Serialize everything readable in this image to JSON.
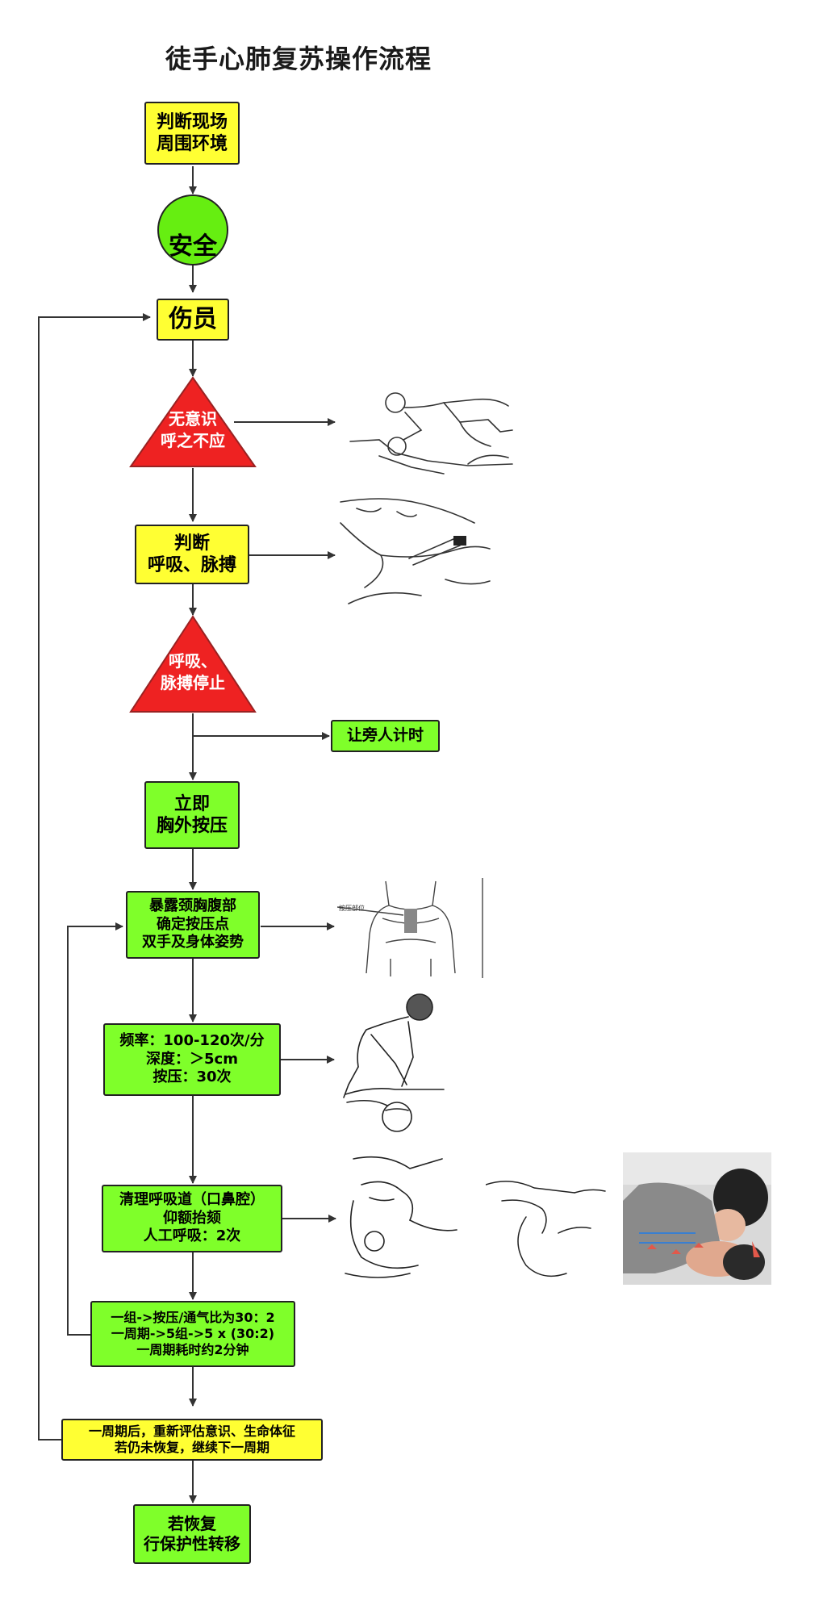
{
  "title": "徒手心肺复苏操作流程",
  "colors": {
    "yellow_box": "#ffff33",
    "green_box": "#7fff2a",
    "red_triangle": "#ee2222",
    "safe_circle": "#66ee11",
    "line": "#333333"
  },
  "steps": {
    "scene": [
      "判断现场",
      "周围环境"
    ],
    "safe": "安全",
    "casualty": "伤员",
    "unconscious": [
      "无意识",
      "呼之不应"
    ],
    "check": [
      "判断",
      "呼吸、脉搏"
    ],
    "arrest": [
      "呼吸、",
      "脉搏停止"
    ],
    "timer": "让旁人计时",
    "compress_now": [
      "立即",
      "胸外按压"
    ],
    "expose": [
      "暴露颈胸腹部",
      "确定按压点",
      "双手及身体姿势"
    ],
    "rate": [
      "频率：100-120次/分",
      "深度：＞5cm",
      "按压：30次"
    ],
    "airway": [
      "清理呼吸道（口鼻腔）",
      "仰额抬颏",
      "人工呼吸：2次"
    ],
    "cycle": [
      "一组->按压/通气比为30：2",
      "一周期->5组->5 x (30:2)",
      "一周期耗时约2分钟"
    ],
    "reassess": [
      "一周期后，重新评估意识、生命体征",
      "若仍未恢复，继续下一周期"
    ],
    "recover": [
      "若恢复",
      "行保护性转移"
    ]
  },
  "illustrations": {
    "unconscious": "rescuer-tapping-patient-illustration",
    "check": "carotid-pulse-check-illustration",
    "expose": "chest-compression-point-illustration",
    "expose_label": "按压部位",
    "rate": "rescuer-doing-compressions-illustration",
    "airway_1": "head-tilt-chin-lift-illustration",
    "airway_2": "hand-position-illustration",
    "airway_3": "mouth-to-mouth-breathing-photo"
  }
}
